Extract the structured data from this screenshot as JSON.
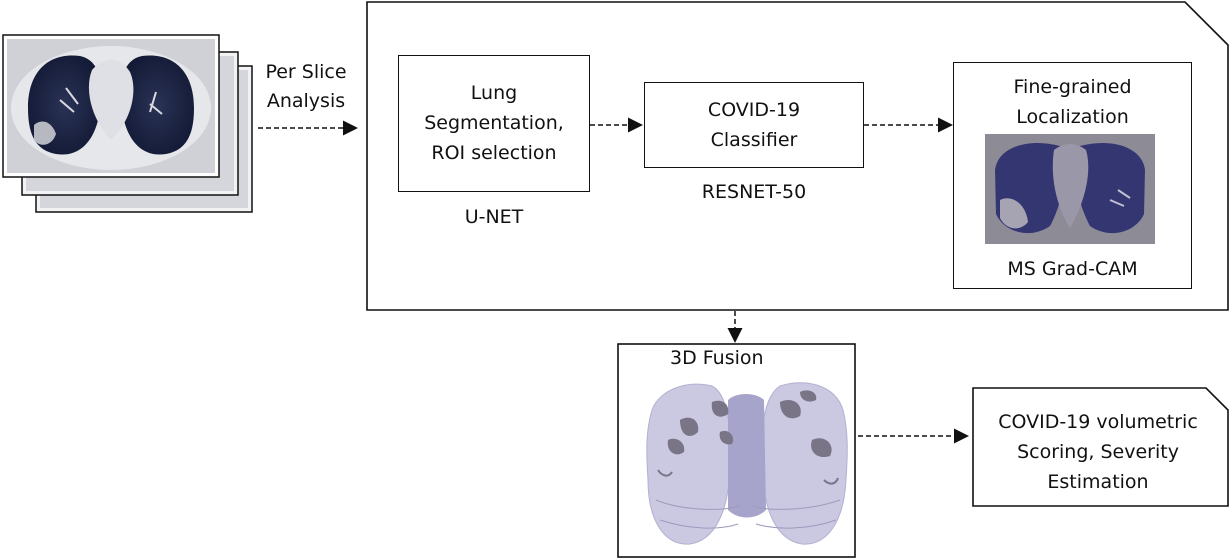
{
  "input": {
    "caption_line1": "Per Slice",
    "caption_line2": "Analysis"
  },
  "segmentation": {
    "line1": "Lung",
    "line2": "Segmentation,",
    "line3": "ROI selection",
    "model": "U-NET"
  },
  "classifier": {
    "line1": "COVID-19",
    "line2": "Classifier",
    "model": "RESNET-50"
  },
  "localization": {
    "line1": "Fine-grained",
    "line2": "Localization",
    "method": "MS Grad-CAM"
  },
  "fusion": {
    "title": "3D Fusion"
  },
  "output": {
    "line1": "COVID-19 volumetric",
    "line2": "Scoring, Severity",
    "line3": "Estimation"
  },
  "colors": {
    "lung_dark": "#1c2447",
    "ct_gray": "#c9cbd1",
    "heatmap_purple": "#3a3a78",
    "heatmap_gray": "#8f8d97",
    "fusion_light": "#c7c4df",
    "fusion_mid": "#a9a6cc",
    "lesion": "#7c7688"
  }
}
